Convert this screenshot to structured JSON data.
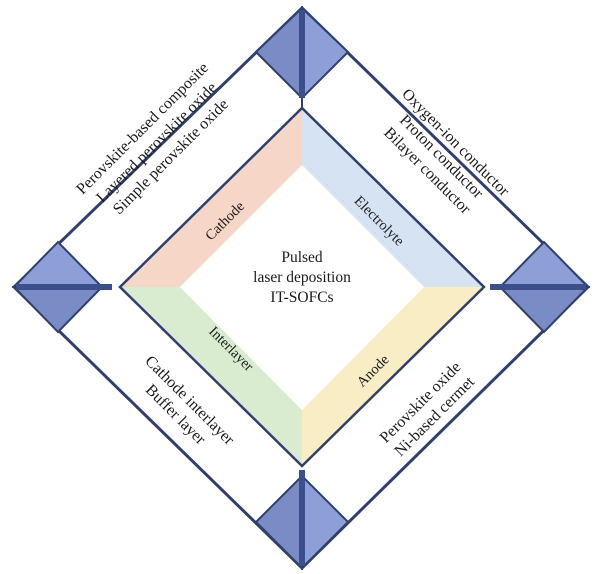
{
  "center": {
    "lines": [
      "Pulsed",
      "laser deposition",
      "IT-SOFCs"
    ]
  },
  "ring": {
    "cathode": "Cathode",
    "electrolyte": "Electrolyte",
    "anode": "Anode",
    "interlayer": "Interlayer"
  },
  "outer": {
    "cathode_lines": [
      "Perovskite-based composite",
      "Layered perovskite oxide",
      "Simple perovskite oxide"
    ],
    "electrolyte_lines": [
      "Oxygen-ion conductor",
      "Proton conductor",
      "Bilayer conductor"
    ],
    "anode_lines": [
      "Perovskite oxide",
      "Ni-based cermet"
    ],
    "interlayer_lines": [
      "Cathode interlayer",
      "Buffer layer"
    ]
  },
  "colors": {
    "cathode": "#f6d6c6",
    "electrolyte": "#d6e3f3",
    "anode": "#f8edc4",
    "interlayer": "#d9ecd0",
    "frame_border": "#2f3f6e",
    "corner_fill": "#8d9fd6",
    "corner_dark": "#3b4f8c"
  }
}
